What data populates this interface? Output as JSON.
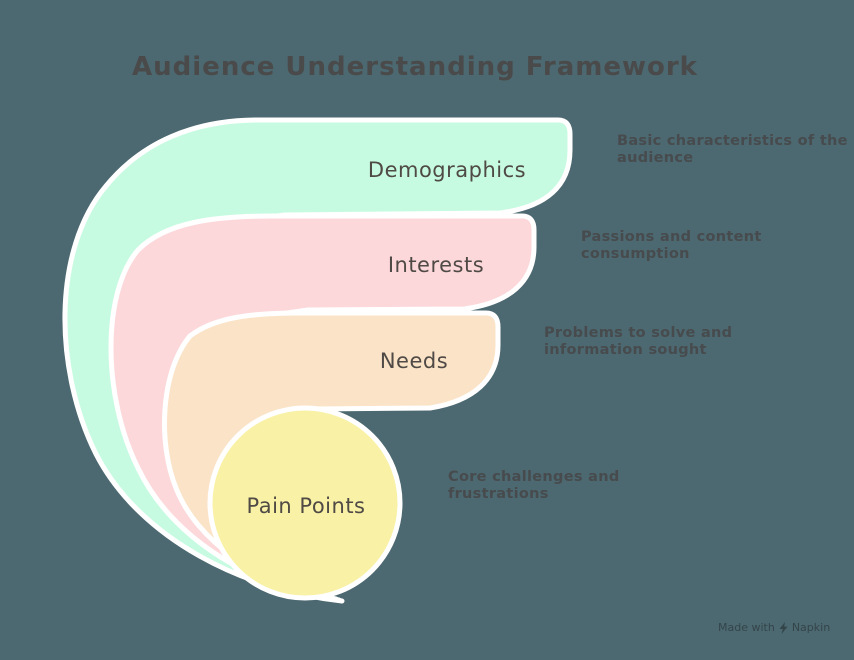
{
  "title": "Audience Understanding Framework",
  "background_color": "#4c6870",
  "stroke_color": "#ffffff",
  "title_color": "#4a4a4a",
  "rings": [
    {
      "label": "Demographics",
      "fill": "#c7fbe1",
      "desc_lines": [
        "Basic characteristics of the",
        "audience"
      ]
    },
    {
      "label": "Interests",
      "fill": "#fcd8da",
      "desc_lines": [
        "Passions and content",
        "consumption"
      ]
    },
    {
      "label": "Needs",
      "fill": "#fbe3c8",
      "desc_lines": [
        "Problems to solve and",
        "information sought"
      ]
    },
    {
      "label": "Pain Points",
      "fill": "#f9f1a5",
      "desc_lines": [
        "Core challenges and",
        "frustrations"
      ]
    }
  ],
  "watermark": {
    "prefix": "Made with",
    "brand": "Napkin",
    "icon": "napkin-bolt-icon"
  }
}
